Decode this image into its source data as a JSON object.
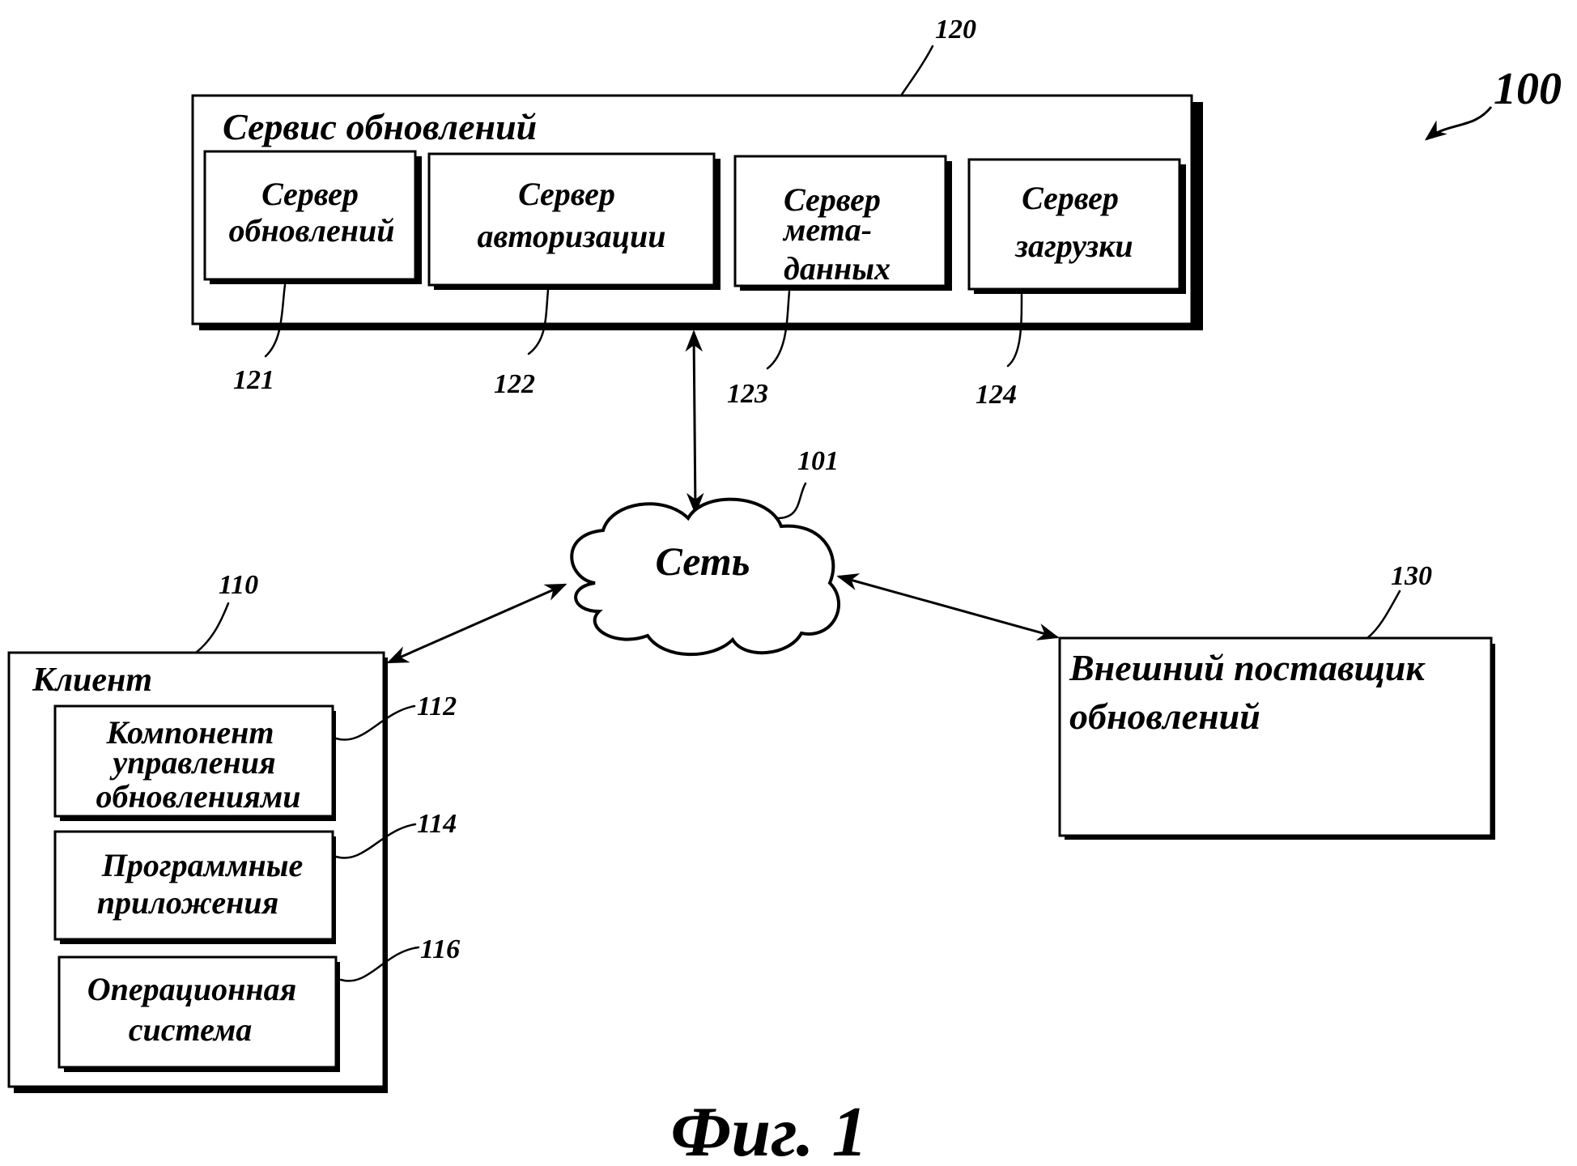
{
  "figure": {
    "caption": "Фиг. 1",
    "ref": "100"
  },
  "update_service": {
    "ref": "120",
    "title": "Сервис обновлений",
    "servers": [
      {
        "ref": "121",
        "lines": [
          "Сервер",
          "обновлений"
        ]
      },
      {
        "ref": "122",
        "lines": [
          "Сервер",
          "авторизации"
        ]
      },
      {
        "ref": "123",
        "lines": [
          "Сервер",
          "мета-",
          "данных"
        ]
      },
      {
        "ref": "124",
        "lines": [
          "Сервер",
          "загрузки"
        ]
      }
    ]
  },
  "network": {
    "ref": "101",
    "label": "Сеть"
  },
  "client": {
    "ref": "110",
    "title": "Клиент",
    "components": [
      {
        "ref": "112",
        "lines": [
          "Компонент",
          "управления",
          "обновлениями"
        ]
      },
      {
        "ref": "114",
        "lines": [
          "Программные",
          "приложения"
        ]
      },
      {
        "ref": "116",
        "lines": [
          "Операционная",
          "система"
        ]
      }
    ]
  },
  "external_provider": {
    "ref": "130",
    "lines": [
      "Внешний поставщик",
      "обновлений"
    ]
  },
  "connections": [
    {
      "from": "update_service",
      "to": "network",
      "direction": "bidirectional"
    },
    {
      "from": "client",
      "to": "network",
      "direction": "bidirectional"
    },
    {
      "from": "external_provider",
      "to": "network",
      "direction": "bidirectional"
    }
  ]
}
